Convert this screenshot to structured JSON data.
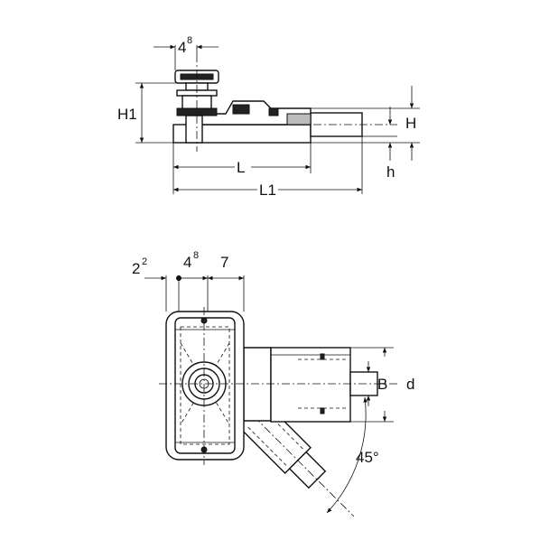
{
  "side_view": {
    "dim_top_width": "4",
    "dim_top_width_sup": "8",
    "dim_h1": "H1",
    "dim_h": "H",
    "dim_h_small": "h",
    "dim_l": "L",
    "dim_l1": "L1"
  },
  "top_view": {
    "dim_offset": "2",
    "dim_offset_sup": "2",
    "dim_width": "4",
    "dim_width_sup": "8",
    "dim_seven": "7",
    "dim_b": "B",
    "dim_d": "d",
    "dim_angle": "45°"
  }
}
